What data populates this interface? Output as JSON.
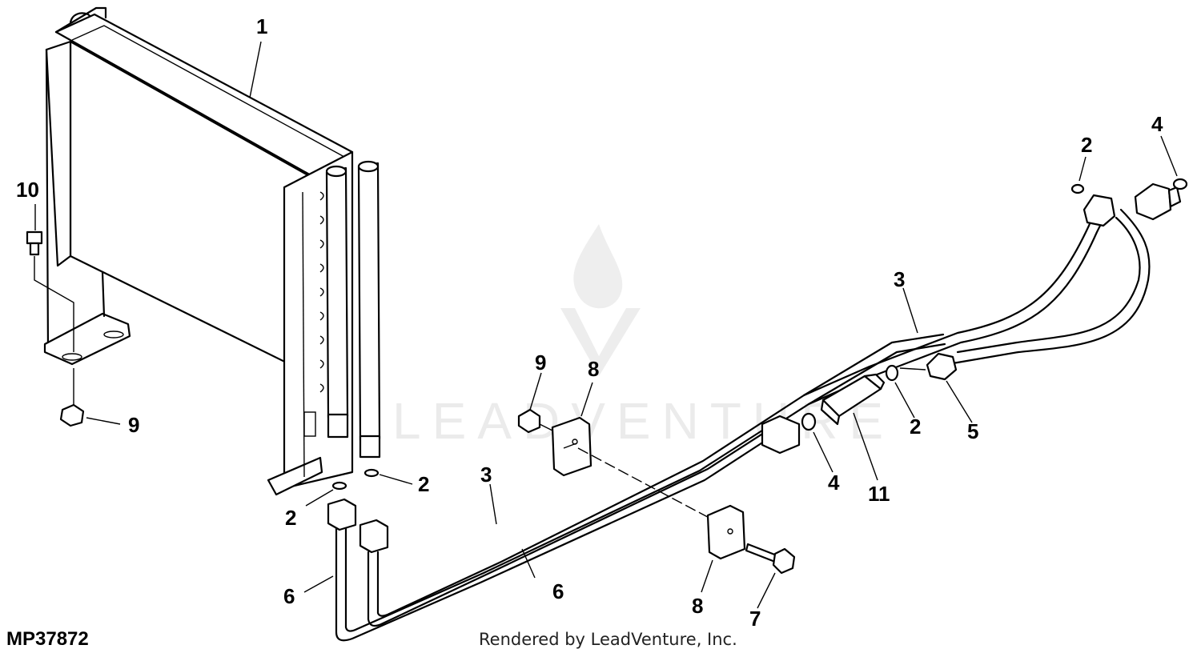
{
  "figure_id": "MP37872",
  "credit": "Rendered by LeadVenture, Inc.",
  "watermark_text": "LEADVENTURE",
  "callouts": {
    "c1": "1",
    "c2a": "2",
    "c2b": "2",
    "c2c": "2",
    "c2d": "2",
    "c3a": "3",
    "c3b": "3",
    "c4a": "4",
    "c4b": "4",
    "c5": "5",
    "c6a": "6",
    "c6b": "6",
    "c7": "7",
    "c8a": "8",
    "c8b": "8",
    "c9a": "9",
    "c9b": "9",
    "c10": "10",
    "c11": "11"
  }
}
